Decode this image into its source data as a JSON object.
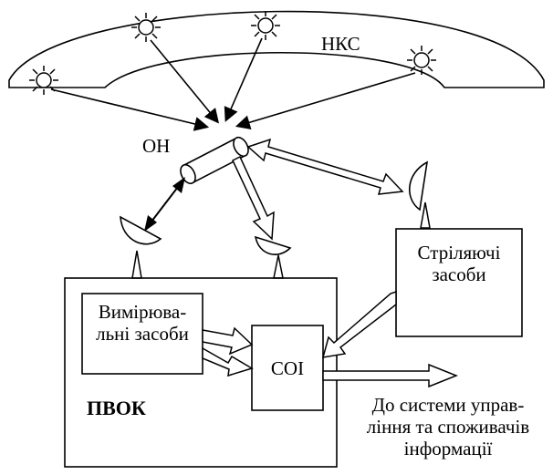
{
  "labels": {
    "nks": "НКС",
    "on": "ОН",
    "measuring_line1": "Вимірюва-",
    "measuring_line2": "льні засоби",
    "shooting_line1": "Стріляючі",
    "shooting_line2": "засоби",
    "soi": "СОІ",
    "pvok": "ПВОК",
    "dest_line1": "До системи управ-",
    "dest_line2": "ління та споживачів",
    "dest_line3": "інформації"
  }
}
